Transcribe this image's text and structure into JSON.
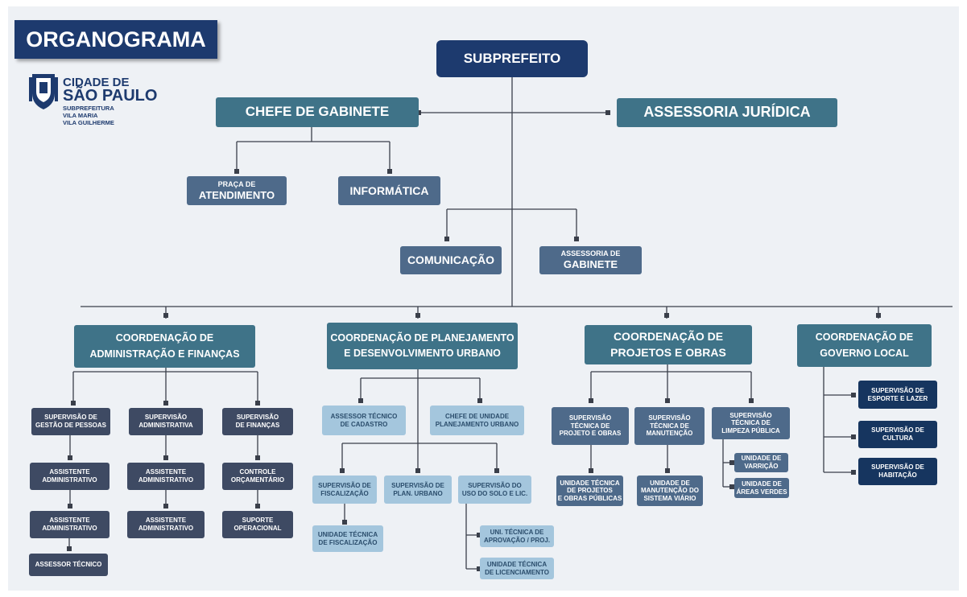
{
  "title": "ORGANOGRAMA",
  "logo": {
    "line1": "CIDADE DE",
    "line2": "SÃO PAULO",
    "line3": "SUBPREFEITURA",
    "line4": "VILA MARIA",
    "line5": "VILA GUILHERME"
  },
  "nodes": {
    "subprefeito": "SUBPREFEITO",
    "chefe_gabinete": "CHEFE DE GABINETE",
    "assessoria_juridica": "ASSESSORIA JURÍDICA",
    "praca_atendimento": {
      "line1": "PRAÇA DE",
      "line2": "ATENDIMENTO"
    },
    "informatica": "INFORMÁTICA",
    "comunicacao": "COMUNICAÇÃO",
    "assessoria_gabinete": {
      "line1": "ASSESSORIA DE",
      "line2": "GABINETE"
    },
    "coord_adm": {
      "line1": "COORDENAÇÃO DE",
      "line2": "ADMINISTRAÇÃO E FINANÇAS"
    },
    "coord_plan": {
      "line1": "COORDENAÇÃO DE PLANEJAMENTO",
      "line2": "E DESENVOLVIMENTO URBANO"
    },
    "coord_obras": {
      "line1": "COORDENAÇÃO DE",
      "line2": "PROJETOS E OBRAS"
    },
    "coord_gov": {
      "line1": "COORDENAÇÃO DE",
      "line2": "GOVERNO LOCAL"
    },
    "sup_gestao_pessoas": {
      "line1": "SUPERVISÃO DE",
      "line2": "GESTÃO DE PESSOAS"
    },
    "sup_administrativa": {
      "line1": "SUPERVISÃO",
      "line2": "ADMINISTRATIVA"
    },
    "sup_financas": {
      "line1": "SUPERVISÃO",
      "line2": "DE FINANÇAS"
    },
    "assist_adm_1": {
      "line1": "ASSISTENTE",
      "line2": "ADMINISTRATIVO"
    },
    "assist_adm_2": {
      "line1": "ASSISTENTE",
      "line2": "ADMINISTRATIVO"
    },
    "assessor_tecnico": "ASSESSOR TÉCNICO",
    "assist_adm_3": {
      "line1": "ASSISTENTE",
      "line2": "ADMINISTRATIVO"
    },
    "assist_adm_4": {
      "line1": "ASSISTENTE",
      "line2": "ADMINISTRATIVO"
    },
    "controle_orcamentario": {
      "line1": "CONTROLE",
      "line2": "ORÇAMENTÁRIO"
    },
    "suporte_operacional": {
      "line1": "SUPORTE",
      "line2": "OPERACIONAL"
    },
    "assessor_cadastro": {
      "line1": "ASSESSOR TÉCNICO",
      "line2": "DE CADASTRO"
    },
    "chefe_unidade_plan": {
      "line1": "CHEFE DE UNIDADE",
      "line2": "PLANEJAMENTO URBANO"
    },
    "sup_fiscalizacao": {
      "line1": "SUPERVISÃO DE",
      "line2": "FISCALIZAÇÃO"
    },
    "sup_plan_urbano": {
      "line1": "SUPERVISÃO DE",
      "line2": "PLAN. URBANO"
    },
    "sup_uso_solo": {
      "line1": "SUPERVISÃO DO",
      "line2": "USO DO SOLO E LIC."
    },
    "unid_fiscalizacao": {
      "line1": "UNIDADE TÉCNICA",
      "line2": "DE FISCALIZAÇÃO"
    },
    "uni_aprovacao": {
      "line1": "UNI. TÉCNICA DE",
      "line2": "APROVAÇÃO / PROJ."
    },
    "unid_licenciamento": {
      "line1": "UNIDADE TÉCNICA",
      "line2": "DE LICENCIAMENTO"
    },
    "sup_tec_projeto": {
      "line1": "SUPERVISÃO",
      "line2": "TÉCNICA DE",
      "line3": "PROJETO E OBRAS"
    },
    "sup_tec_manutencao": {
      "line1": "SUPERVISÃO",
      "line2": "TÉCNICA DE",
      "line3": "MANUTENÇÃO"
    },
    "sup_tec_limpeza": {
      "line1": "SUPERVISÃO",
      "line2": "TÉCNICA DE",
      "line3": "LIMPEZA PÚBLICA"
    },
    "unid_projetos_obras": {
      "line1": "UNIDADE TÉCNICA",
      "line2": "DE PROJETOS",
      "line3": "E OBRAS PÚBLICAS"
    },
    "unid_manutencao_viario": {
      "line1": "UNIDADE DE",
      "line2": "MANUTENÇÃO DO",
      "line3": "SISTEMA VIÁRIO"
    },
    "unid_varricao": {
      "line1": "UNIDADE DE",
      "line2": "VARRIÇÃO"
    },
    "unid_areas_verdes": {
      "line1": "UNIDADE DE",
      "line2": "ÁREAS VERDES"
    },
    "sup_esporte": {
      "line1": "SUPERVISÃO DE",
      "line2": "ESPORTE E LAZER"
    },
    "sup_cultura": {
      "line1": "SUPERVISÃO DE",
      "line2": "CULTURA"
    },
    "sup_habitacao": {
      "line1": "SUPERVISÃO DE",
      "line2": "HABITAÇÃO"
    }
  },
  "colors": {
    "navy": "#1d3a6e",
    "teal": "#3f7388",
    "slate": "#4e6a8a",
    "dark": "#3e4a63",
    "light": "#a4c6dd",
    "line": "#3a3f4a"
  }
}
